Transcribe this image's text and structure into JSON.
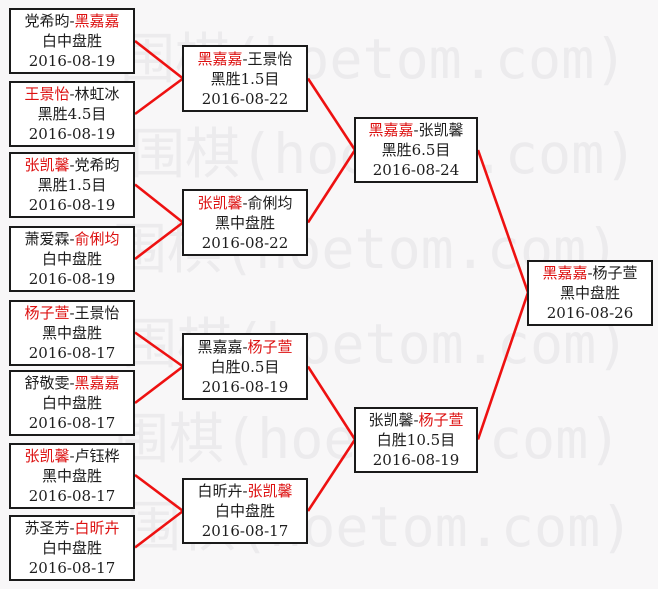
{
  "watermark": {
    "text": "围棋(hoetom.com)",
    "color": "#ecebed"
  },
  "colors": {
    "winner_text": "#dd1111",
    "connector_line": "#ee1111",
    "box_border": "#1a1a1a",
    "background": "#f8f7f8"
  },
  "bracket": {
    "separator": "-",
    "round1": [
      {
        "p1": "党希昀",
        "p2": "黑嘉嘉",
        "winner": 2,
        "result": "白中盘胜",
        "date": "2016-08-19"
      },
      {
        "p1": "王景怡",
        "p2": "林虹冰",
        "winner": 1,
        "result": "黑胜4.5目",
        "date": "2016-08-19"
      },
      {
        "p1": "张凯馨",
        "p2": "党希昀",
        "winner": 1,
        "result": "黑胜1.5目",
        "date": "2016-08-19"
      },
      {
        "p1": "萧爱霖",
        "p2": "俞俐均",
        "winner": 2,
        "result": "白中盘胜",
        "date": "2016-08-19"
      },
      {
        "p1": "杨子萱",
        "p2": "王景怡",
        "winner": 1,
        "result": "黑中盘胜",
        "date": "2016-08-17"
      },
      {
        "p1": "舒敬雯",
        "p2": "黑嘉嘉",
        "winner": 2,
        "result": "白中盘胜",
        "date": "2016-08-17"
      },
      {
        "p1": "张凯馨",
        "p2": "卢钰桦",
        "winner": 1,
        "result": "黑中盘胜",
        "date": "2016-08-17"
      },
      {
        "p1": "苏圣芳",
        "p2": "白昕卉",
        "winner": 2,
        "result": "白中盘胜",
        "date": "2016-08-17"
      }
    ],
    "round2": [
      {
        "p1": "黑嘉嘉",
        "p2": "王景怡",
        "winner": 1,
        "result": "黑胜1.5目",
        "date": "2016-08-22"
      },
      {
        "p1": "张凯馨",
        "p2": "俞俐均",
        "winner": 1,
        "result": "黑中盘胜",
        "date": "2016-08-22"
      },
      {
        "p1": "黑嘉嘉",
        "p2": "杨子萱",
        "winner": 2,
        "result": "白胜0.5目",
        "date": "2016-08-19"
      },
      {
        "p1": "白昕卉",
        "p2": "张凯馨",
        "winner": 2,
        "result": "白中盘胜",
        "date": "2016-08-17"
      }
    ],
    "round3": [
      {
        "p1": "黑嘉嘉",
        "p2": "张凯馨",
        "winner": 1,
        "result": "黑胜6.5目",
        "date": "2016-08-24"
      },
      {
        "p1": "张凯馨",
        "p2": "杨子萱",
        "winner": 2,
        "result": "白胜10.5目",
        "date": "2016-08-19"
      }
    ],
    "final": [
      {
        "p1": "黑嘉嘉",
        "p2": "杨子萱",
        "winner": 1,
        "result": "黑中盘胜",
        "date": "2016-08-26"
      }
    ]
  }
}
